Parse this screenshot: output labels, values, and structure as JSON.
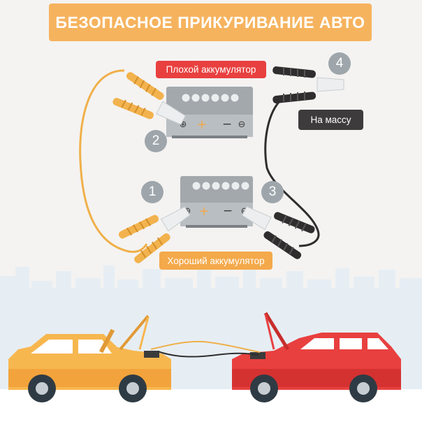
{
  "title": "БЕЗОПАСНОЕ ПРИКУРИВАНИЕ АВТО",
  "labels": {
    "bad_battery": "Плохой аккумулятор",
    "ground": "На массу",
    "good_battery": "Хороший аккумулятор"
  },
  "steps": [
    "1",
    "2",
    "3",
    "4"
  ],
  "battery_terminals": {
    "plus": "+",
    "minus": "−",
    "plus_circle": "⊕",
    "minus_circle": "⊖"
  },
  "colors": {
    "title_bg": "#f6b35e",
    "bad_battery_badge": "#e8403f",
    "good_battery_badge": "#f4a94a",
    "ground_badge": "#3d3b3b",
    "step_circle": "#9ea6ab",
    "positive_cable": "#f0b04a",
    "negative_cable": "#2f2d2d",
    "yellow_car": "#f7b74f",
    "red_car": "#e8403f",
    "city_skyline": "#e6eef4"
  }
}
